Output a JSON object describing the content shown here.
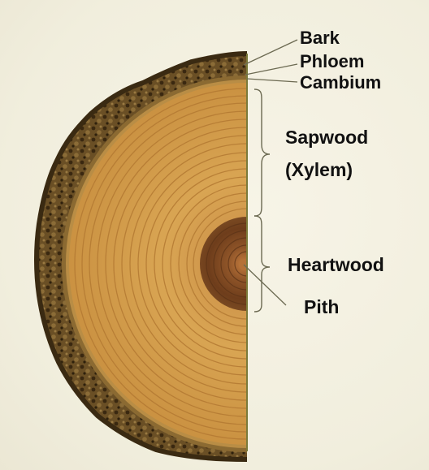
{
  "labels": {
    "bark": "Bark",
    "phloem": "Phloem",
    "cambium": "Cambium",
    "sapwood": "Sapwood",
    "xylem": "(Xylem)",
    "heartwood": "Heartwood",
    "pith": "Pith"
  },
  "colors": {
    "background": "#f1eedd",
    "bark_dark": "#3b2a14",
    "bark_mid": "#6b5126",
    "sapwood_light": "#d9a553",
    "sapwood_ring": "#b97f35",
    "heartwood": "#8a5326",
    "heartwood_dark": "#5a3216",
    "cut_edge": "#7b7a3a"
  }
}
